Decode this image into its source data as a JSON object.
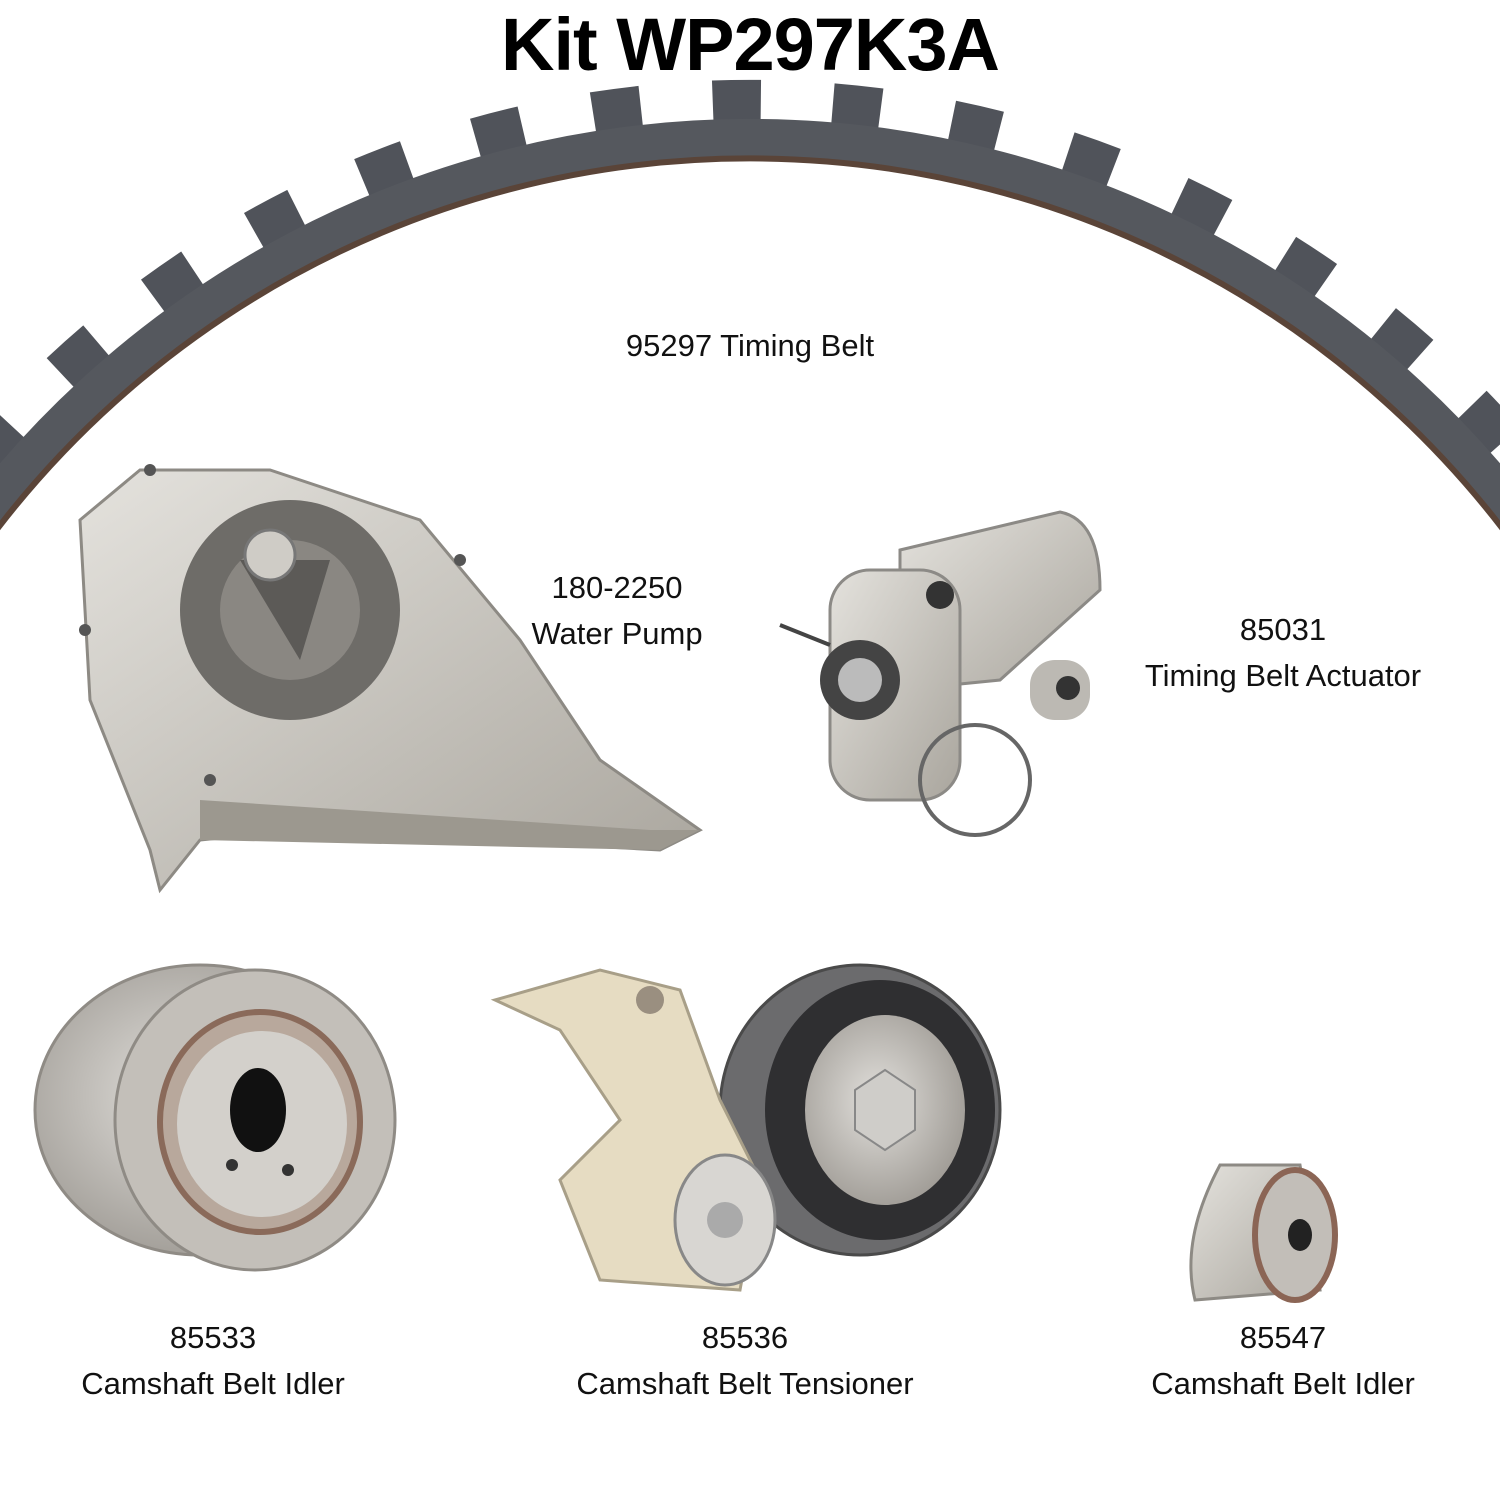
{
  "title": "Kit WP297K3A",
  "parts": [
    {
      "number": "95297",
      "name": "Timing Belt",
      "label": "95297 Timing Belt"
    },
    {
      "number": "180-2250",
      "name": "Water Pump"
    },
    {
      "number": "85031",
      "name": "Timing Belt Actuator"
    },
    {
      "number": "85533",
      "name": "Camshaft Belt Idler"
    },
    {
      "number": "85536",
      "name": "Camshaft Belt Tensioner"
    },
    {
      "number": "85547",
      "name": "Camshaft Belt Idler"
    }
  ],
  "colors": {
    "belt": "#4a4d52",
    "belt_edge": "#5a4438",
    "metal": "#c9c6c0",
    "tensioner_arm": "#e6dcc2"
  }
}
